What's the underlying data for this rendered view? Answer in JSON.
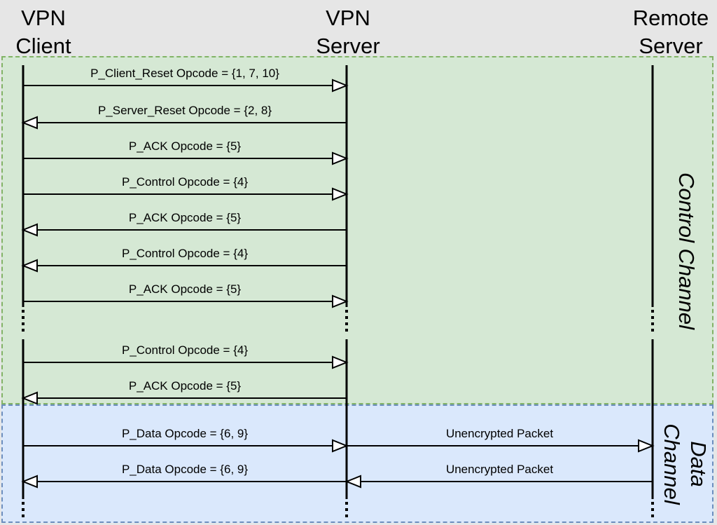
{
  "participants": [
    {
      "id": "client",
      "line1": "VPN",
      "line2": "Client"
    },
    {
      "id": "server",
      "line1": "VPN",
      "line2": "Server"
    },
    {
      "id": "remote",
      "line1": "Remote",
      "line2": "Server"
    }
  ],
  "regions": {
    "control": {
      "line1": "Control Channel"
    },
    "data": {
      "line1": "Data",
      "line2": "Channel"
    }
  },
  "colors": {
    "control_fill": "#d5e8d4",
    "control_border": "#82b366",
    "data_fill": "#dae8fc",
    "data_border": "#6c8ebf"
  },
  "messages": [
    {
      "from": "client",
      "to": "server",
      "label": "P_Client_Reset Opcode = {1, 7, 10}"
    },
    {
      "from": "server",
      "to": "client",
      "label": "P_Server_Reset Opcode = {2, 8}"
    },
    {
      "from": "client",
      "to": "server",
      "label": "P_ACK Opcode = {5}"
    },
    {
      "from": "client",
      "to": "server",
      "label": "P_Control Opcode = {4}"
    },
    {
      "from": "server",
      "to": "client",
      "label": "P_ACK Opcode = {5}"
    },
    {
      "from": "server",
      "to": "client",
      "label": "P_Control Opcode = {4}"
    },
    {
      "from": "client",
      "to": "server",
      "label": "P_ACK Opcode = {5}"
    },
    {
      "from": "client",
      "to": "server",
      "label": "P_Control Opcode = {4}"
    },
    {
      "from": "server",
      "to": "client",
      "label": "P_ACK Opcode = {5}"
    },
    {
      "from": "client",
      "to": "server",
      "label": "P_Data Opcode = {6, 9}"
    },
    {
      "from": "server",
      "to": "remote",
      "label": "Unencrypted Packet"
    },
    {
      "from": "server",
      "to": "client",
      "label": "P_Data Opcode = {6, 9}"
    },
    {
      "from": "remote",
      "to": "server",
      "label": "Unencrypted Packet"
    }
  ]
}
